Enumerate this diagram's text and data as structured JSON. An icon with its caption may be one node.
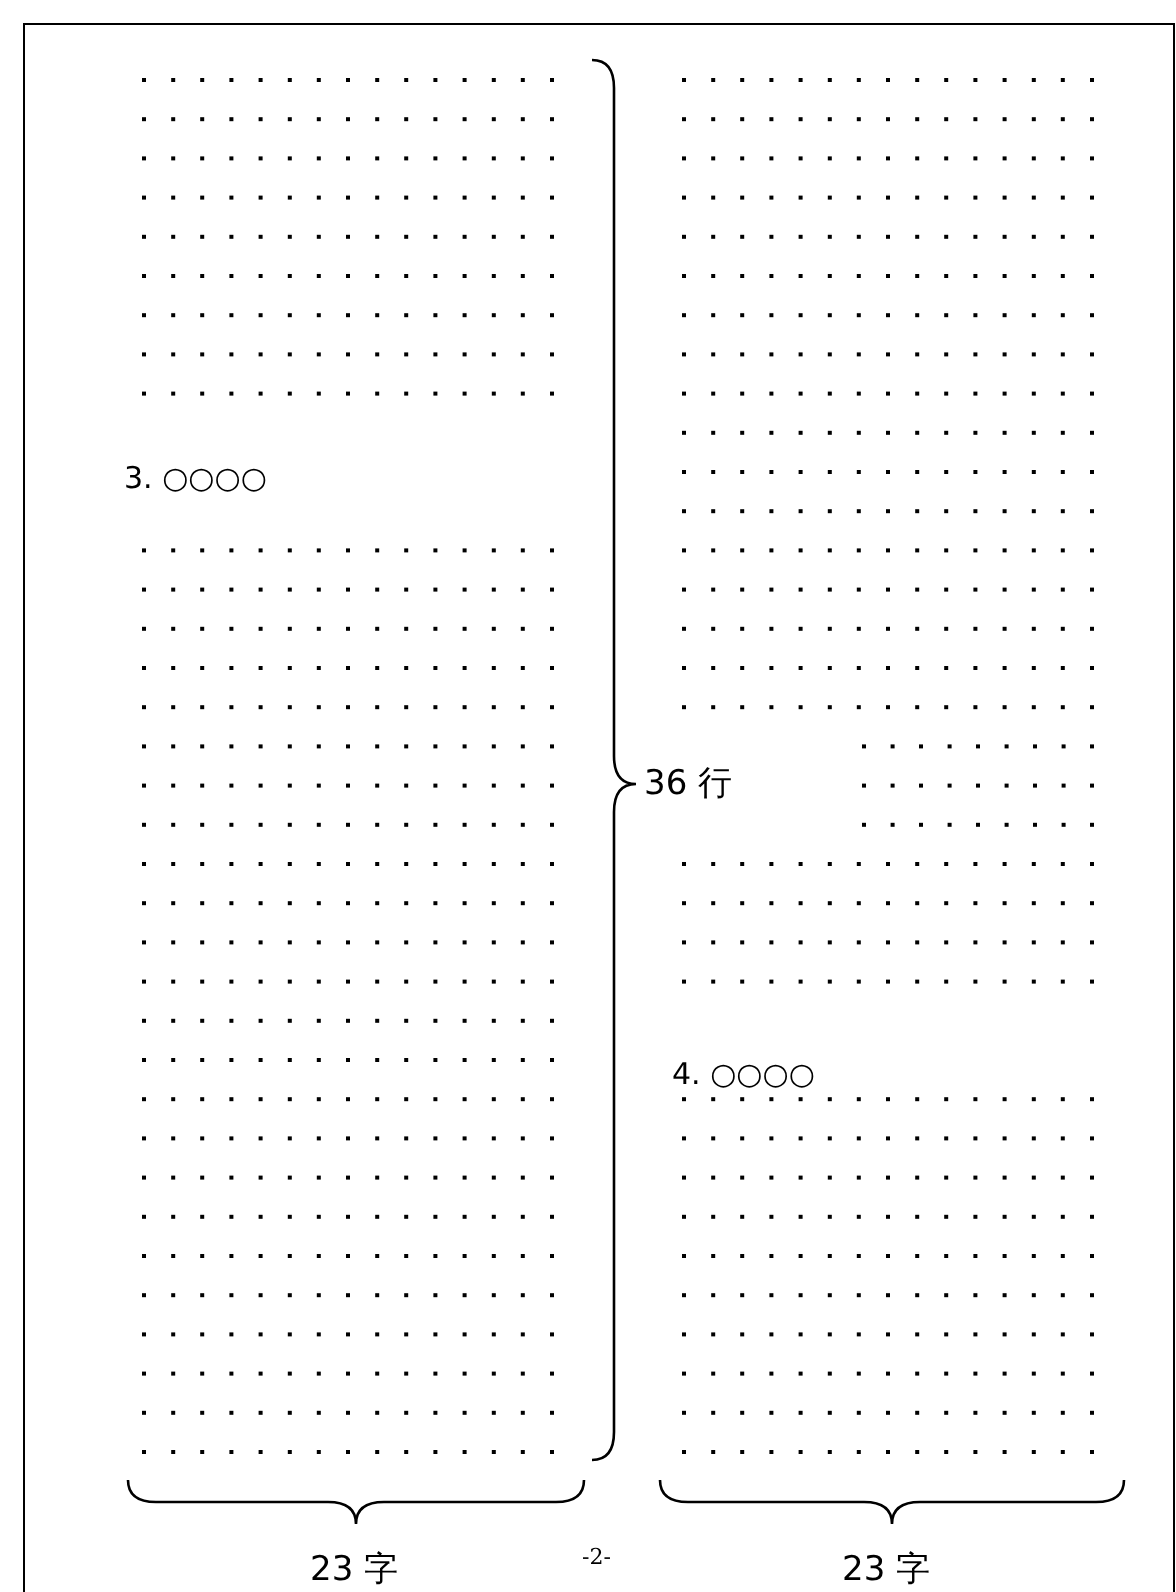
{
  "diagram": {
    "labels": [
      "3. ○○○○",
      "36 行",
      "4. ○○○○",
      "23 字",
      "-2-",
      "23 字"
    ]
  }
}
